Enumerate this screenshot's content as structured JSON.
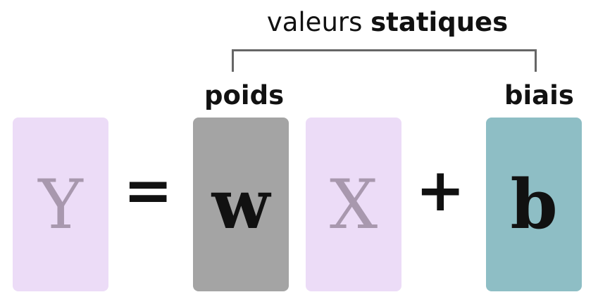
{
  "header": {
    "title_prefix": "valeurs ",
    "title_bold": "statiques"
  },
  "labels": {
    "weights": "poids",
    "bias": "biais"
  },
  "equation": {
    "output": "Y",
    "equals": "=",
    "weight": "w",
    "input": "X",
    "plus": "+",
    "bias": "b"
  },
  "colors": {
    "variable_box": "#ecdcf7",
    "variable_text": "#a898ae",
    "weight_box": "#a4a4a4",
    "bias_box": "#8ebec5",
    "text": "#111111",
    "bracket": "#666666"
  }
}
